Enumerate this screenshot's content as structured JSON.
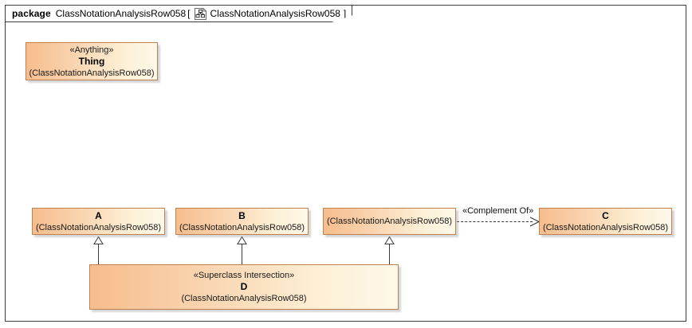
{
  "frame": {
    "keyword": "package",
    "package_name": "ClassNotationAnalysisRow058",
    "bracket_open": "[",
    "bracket_close": "]",
    "diagram_icon": "class-diagram-icon",
    "diagram_name": "ClassNotationAnalysisRow058"
  },
  "colors": {
    "box_border": "#C08050",
    "box_fill_start": "#F6BD8E",
    "box_fill_end": "#FDF8E8",
    "line": "#3A3A3A",
    "frame_border": "#3A3A3A",
    "canvas": "#FFFFFF"
  },
  "classes": [
    {
      "id": "thing",
      "stereotype": "«Anything»",
      "name": "Thing",
      "qualifier": "(ClassNotationAnalysisRow058)"
    },
    {
      "id": "a",
      "stereotype": "",
      "name": "A",
      "qualifier": "(ClassNotationAnalysisRow058)"
    },
    {
      "id": "b",
      "stereotype": "",
      "name": "B",
      "qualifier": "(ClassNotationAnalysisRow058)"
    },
    {
      "id": "anon",
      "stereotype": "",
      "name": "",
      "qualifier": "(ClassNotationAnalysisRow058)"
    },
    {
      "id": "c",
      "stereotype": "",
      "name": "C",
      "qualifier": "(ClassNotationAnalysisRow058)"
    },
    {
      "id": "d",
      "stereotype": "«Superclass Intersection»",
      "name": "D",
      "qualifier": "(ClassNotationAnalysisRow058)"
    }
  ],
  "connectors": [
    {
      "id": "gen-d-a",
      "type": "generalization",
      "from": "D",
      "to": "A",
      "label": ""
    },
    {
      "id": "gen-d-b",
      "type": "generalization",
      "from": "D",
      "to": "B",
      "label": ""
    },
    {
      "id": "gen-d-anon",
      "type": "generalization",
      "from": "D",
      "to": "(ClassNotationAnalysisRow058)",
      "label": ""
    },
    {
      "id": "dep-anon-c",
      "type": "dependency",
      "from": "(ClassNotationAnalysisRow058)",
      "to": "C",
      "label": "«Complement Of»"
    }
  ]
}
